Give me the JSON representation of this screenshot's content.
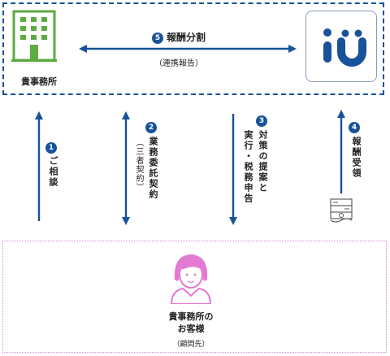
{
  "office": {
    "label": "貴事務所"
  },
  "top_flow": {
    "number": "5",
    "label": "報酬分割",
    "sub": "（連携報告）"
  },
  "flows": [
    {
      "number": "1",
      "label": "ご相談"
    },
    {
      "number": "2",
      "label": "業務委託契約",
      "sub": "（三者契約）"
    },
    {
      "number": "3",
      "label_line1": "対策の提案と",
      "label_line2": "実行・税務申告"
    },
    {
      "number": "4",
      "label": "報酬受領"
    }
  ],
  "client": {
    "line1": "貴事務所の",
    "line2": "お客様",
    "sub": "（顧問先）"
  },
  "colors": {
    "accent": "#17529a",
    "building": "#5dab3f",
    "person": "#e479d2",
    "client_border": "#d48ad6"
  },
  "icons": [
    "building-icon",
    "logo-icon",
    "person-icon",
    "money-icon"
  ]
}
